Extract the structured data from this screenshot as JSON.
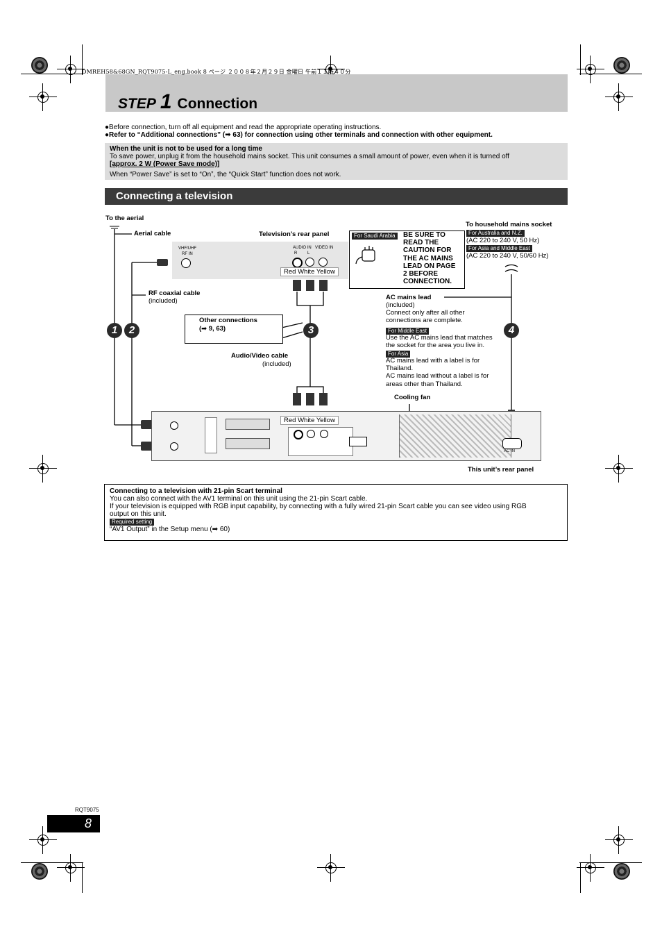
{
  "header": {
    "file_info": "DMREH58&68GN_RQT9075-L_eng.book  8 ページ  ２００８年２月２９日  金曜日  午前１１時４０分",
    "step_word": "STEP",
    "step_number": "1",
    "step_title": "Connection"
  },
  "intro": {
    "line1": "●Before connection, turn off all equipment and read the appropriate operating instructions.",
    "line2": "●Refer to “Additional connections” (➡ 63) for connection using other terminals and connection with other equipment."
  },
  "note": {
    "title": "When the unit is not to be used for a long time",
    "body": "To save power, unplug it from the household mains socket. This unit consumes a small amount of power, even when it is turned off",
    "emphasis": "[approx. 2 W (Power Save mode)]",
    "footer": "When “Power Save” is set to “On”, the “Quick Start” function does not work."
  },
  "section_title": "Connecting a television",
  "diagram": {
    "to_aerial": "To the aerial",
    "aerial_cable": "Aerial cable",
    "tv_rear_panel": "Television’s rear panel",
    "vhf_label": "VHF/UHF",
    "rf_in": "RF IN",
    "audio_in": "AUDIO IN",
    "video_in": "VIDEO IN",
    "r": "R",
    "l": "L",
    "rwy_top": "Red White Yellow",
    "rwy_bottom": "Red White Yellow",
    "rf_coax": "RF coaxial cable",
    "rf_coax_sub": "(included)",
    "other_connections": "Other connections",
    "other_connections_ref": "(➡ 9, 63)",
    "av_cable": "Audio/Video cable",
    "av_cable_sub": "(included)",
    "saudi_tag": "For Saudi Arabia",
    "saudi_text": [
      "BE SURE TO",
      "READ THE",
      "CAUTION FOR",
      "THE AC MAINS",
      "LEAD ON PAGE",
      "2 BEFORE",
      "CONNECTION."
    ],
    "household": "To household mains socket",
    "aus_tag": "For Australia and N.Z.",
    "aus_text": "(AC 220 to 240 V, 50 Hz)",
    "asia_me_tag": "For Asia and Middle East",
    "asia_me_text": "(AC 220 to 240 V, 50/60 Hz)",
    "ac_lead": "AC mains lead",
    "ac_lead_sub": "(included)",
    "ac_connect": [
      "Connect only after all other",
      "connections are complete."
    ],
    "me_tag": "For Middle East",
    "me_text": [
      "Use the AC mains lead that matches",
      "the socket for the area you live in."
    ],
    "asia_tag": "For Asia",
    "asia_text": [
      "AC mains lead with a label is for",
      "Thailand.",
      "AC mains lead without a label is for",
      "areas other than Thailand."
    ],
    "cooling_fan": "Cooling fan",
    "unit_rear_panel": "This unit’s rear panel",
    "ac_in": "AC IN",
    "step_nums": [
      "1",
      "2",
      "3",
      "4"
    ]
  },
  "scart": {
    "title": "Connecting to a television with 21-pin Scart terminal",
    "line1": "You can also connect with the AV1 terminal on this unit using the 21-pin Scart cable.",
    "line2": "If your television is equipped with RGB input capability, by connecting with a fully wired 21-pin Scart cable you can see video using RGB",
    "line3": "output on this unit.",
    "tag": "Required setting",
    "setting": "“AV1 Output” in the Setup menu (➡ 60)"
  },
  "footer": {
    "code": "RQT9075",
    "page": "8"
  }
}
